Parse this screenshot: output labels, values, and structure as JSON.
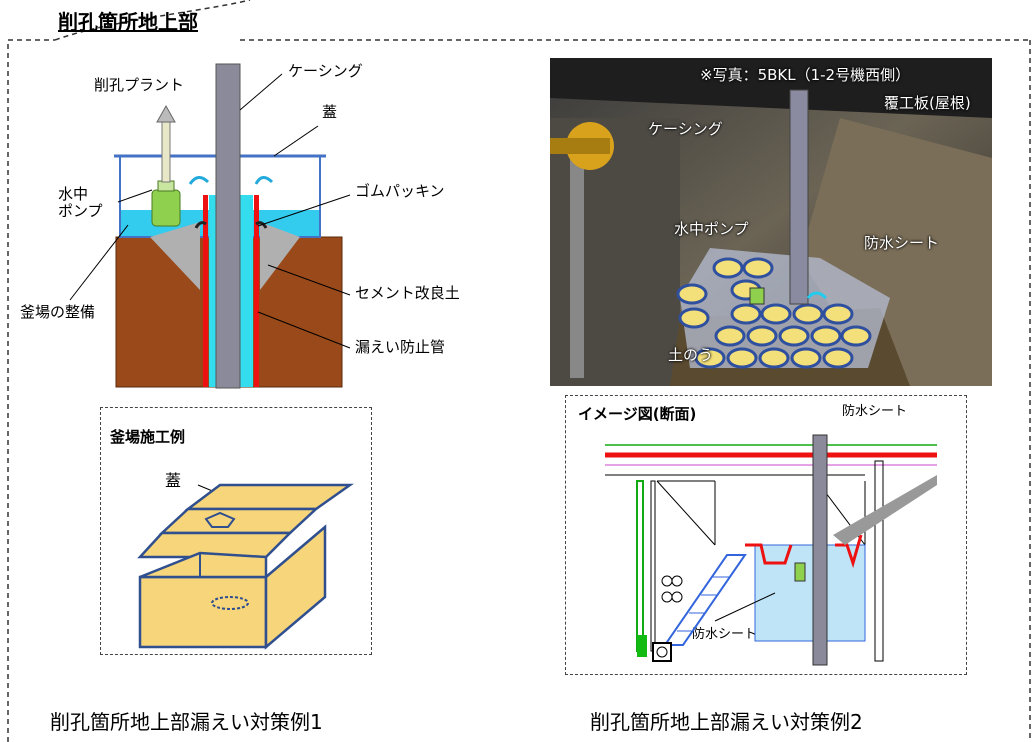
{
  "header": {
    "title": "削孔箇所地上部"
  },
  "left_diagram": {
    "labels": {
      "plant": "削孔プラント",
      "casing": "ケーシング",
      "lid": "蓋",
      "pump": "水中\nポンプ",
      "rubber": "ゴムパッキン",
      "cement": "セメント改良土",
      "pit": "釜場の整備",
      "leak_pipe": "漏えい防止管"
    }
  },
  "left_inset": {
    "title": "釜場施工例",
    "lid_label": "蓋"
  },
  "photo": {
    "caption_top": "※写真：5BKL（1-2号機西側）",
    "roof": "覆工板(屋根)",
    "casing": "ケーシング",
    "pump": "水中ポンプ",
    "sheet": "防水シート",
    "sandbag": "土のう"
  },
  "right_inset": {
    "title": "イメージ図(断面)",
    "sheet_top": "防水シート",
    "sheet_bottom": "防水シート"
  },
  "captions": {
    "left": "削孔箇所地上部漏えい対策例1",
    "right": "削孔箇所地上部漏えい対策例2"
  }
}
